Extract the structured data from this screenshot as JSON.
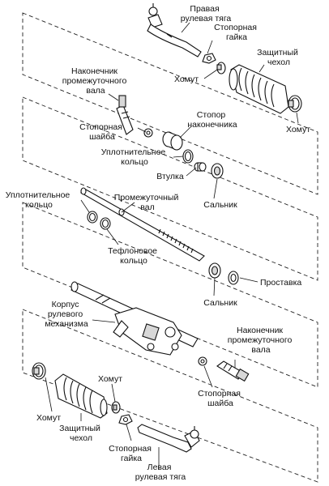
{
  "labels": {
    "right_tie_rod": [
      "Правая",
      "рулевая тяга"
    ],
    "lock_nut_top": [
      "Стопорная",
      "гайка"
    ],
    "boot_top": [
      "Защитный",
      "чехол"
    ],
    "clamp_top_left": [
      "Хомут"
    ],
    "clamp_top_right": [
      "Хомут"
    ],
    "inner_rod_end_top": [
      "Наконечник",
      "промежуточного",
      "вала"
    ],
    "rod_end_stopper": [
      "Стопор",
      "наконечника"
    ],
    "lock_washer_top": [
      "Стопорная",
      "шайба"
    ],
    "seal_ring_1": [
      "Уплотнительное",
      "кольцо"
    ],
    "bushing": [
      "Втулка"
    ],
    "oil_seal_1": [
      "Сальник"
    ],
    "seal_ring_2": [
      "Уплотнительное",
      "кольцо"
    ],
    "intermediate_shaft": [
      "Промежуточный",
      "вал"
    ],
    "teflon_ring": [
      "Тефлоновое",
      "кольцо"
    ],
    "spacer": [
      "Проставка"
    ],
    "oil_seal_2": [
      "Сальник"
    ],
    "housing": [
      "Корпус",
      "рулевого",
      "механизма"
    ],
    "inner_rod_end_bottom": [
      "Наконечник",
      "промежуточного",
      "вала"
    ],
    "lock_washer_bottom": [
      "Стопорная",
      "шайба"
    ],
    "clamp_bottom_right": [
      "Хомут"
    ],
    "clamp_bottom_left": [
      "Хомут"
    ],
    "boot_bottom": [
      "Защитный",
      "чехол"
    ],
    "lock_nut_bottom": [
      "Стопорная",
      "гайка"
    ],
    "left_tie_rod": [
      "Левая",
      "рулевая тяга"
    ]
  }
}
